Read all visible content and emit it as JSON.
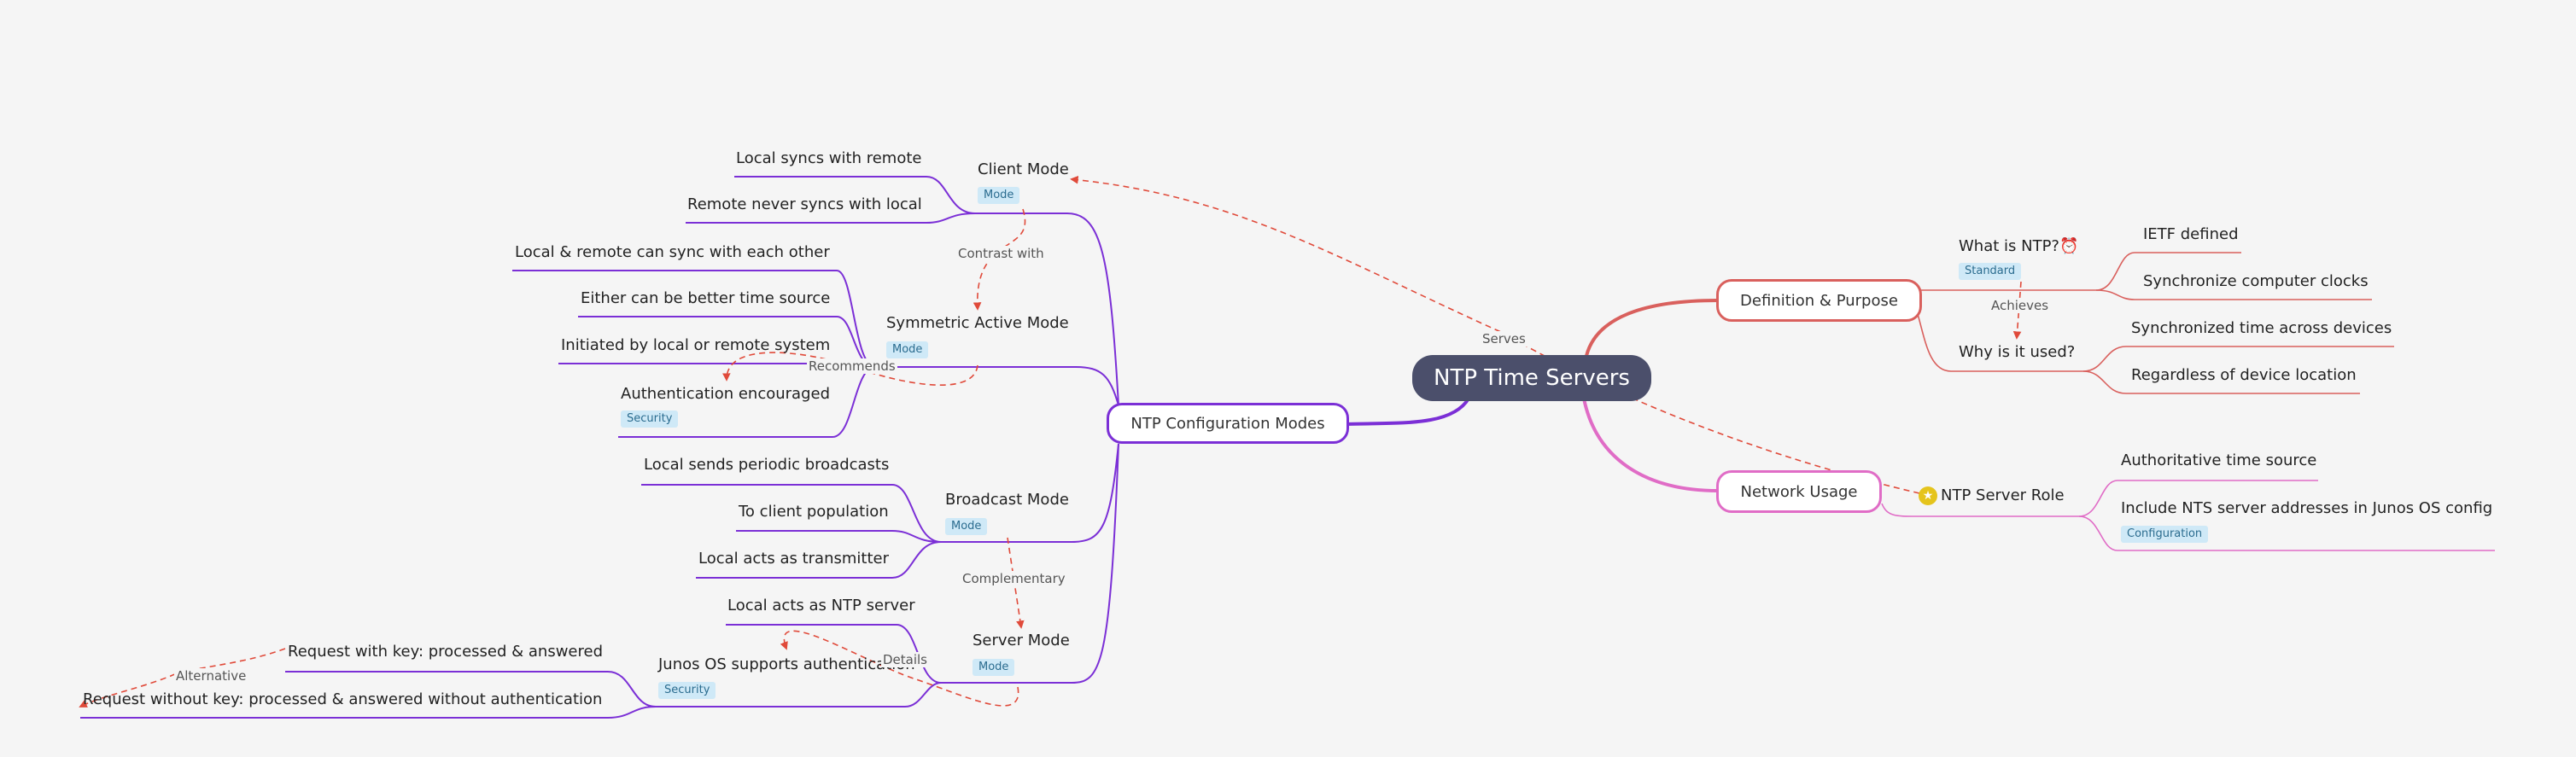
{
  "central": {
    "label": "NTP Time Servers"
  },
  "branches": {
    "config_modes": {
      "label": "NTP Configuration Modes",
      "color": "#7b2fd6"
    },
    "definition": {
      "label": "Definition & Purpose",
      "color": "#d9605d"
    },
    "network_usage": {
      "label": "Network Usage",
      "color": "#e06cc6"
    }
  },
  "client_mode": {
    "label": "Client Mode",
    "tag": "Mode",
    "children": [
      "Local syncs with remote",
      "Remote never syncs with local"
    ]
  },
  "symmetric_mode": {
    "label": "Symmetric Active Mode",
    "tag": "Mode",
    "children": [
      "Local & remote can sync with each other",
      "Either can be better time source",
      "Initiated by local or remote system"
    ],
    "auth_label": "Authentication encouraged",
    "auth_tag": "Security"
  },
  "broadcast_mode": {
    "label": "Broadcast Mode",
    "tag": "Mode",
    "children": [
      "Local sends periodic broadcasts",
      "To client population",
      "Local acts as transmitter"
    ]
  },
  "server_mode": {
    "label": "Server Mode",
    "tag": "Mode",
    "child_server": "Local acts as NTP server",
    "junos_label": "Junos OS supports authentication",
    "junos_tag": "Security",
    "junos_children": [
      "Request with key: processed & answered",
      "Request without key: processed & answered without authentication"
    ]
  },
  "what_is": {
    "label": "What is NTP?",
    "tag": "Standard",
    "icon": "alarm-clock-icon",
    "children": [
      "IETF defined",
      "Synchronize computer clocks"
    ]
  },
  "why_used": {
    "label": "Why is it used?",
    "children": [
      "Synchronized time across devices",
      "Regardless of device location"
    ]
  },
  "server_role": {
    "label": "NTP Server Role",
    "icon": "star-icon",
    "children": [
      "Authoritative time source",
      "Include NTS server addresses in Junos OS config"
    ],
    "config_tag": "Configuration"
  },
  "relations": {
    "contrast": "Contrast with",
    "recommends": "Recommends",
    "complementary": "Complementary",
    "details": "Details",
    "alternative": "Alternative",
    "achieves": "Achieves",
    "serves": "Serves"
  }
}
